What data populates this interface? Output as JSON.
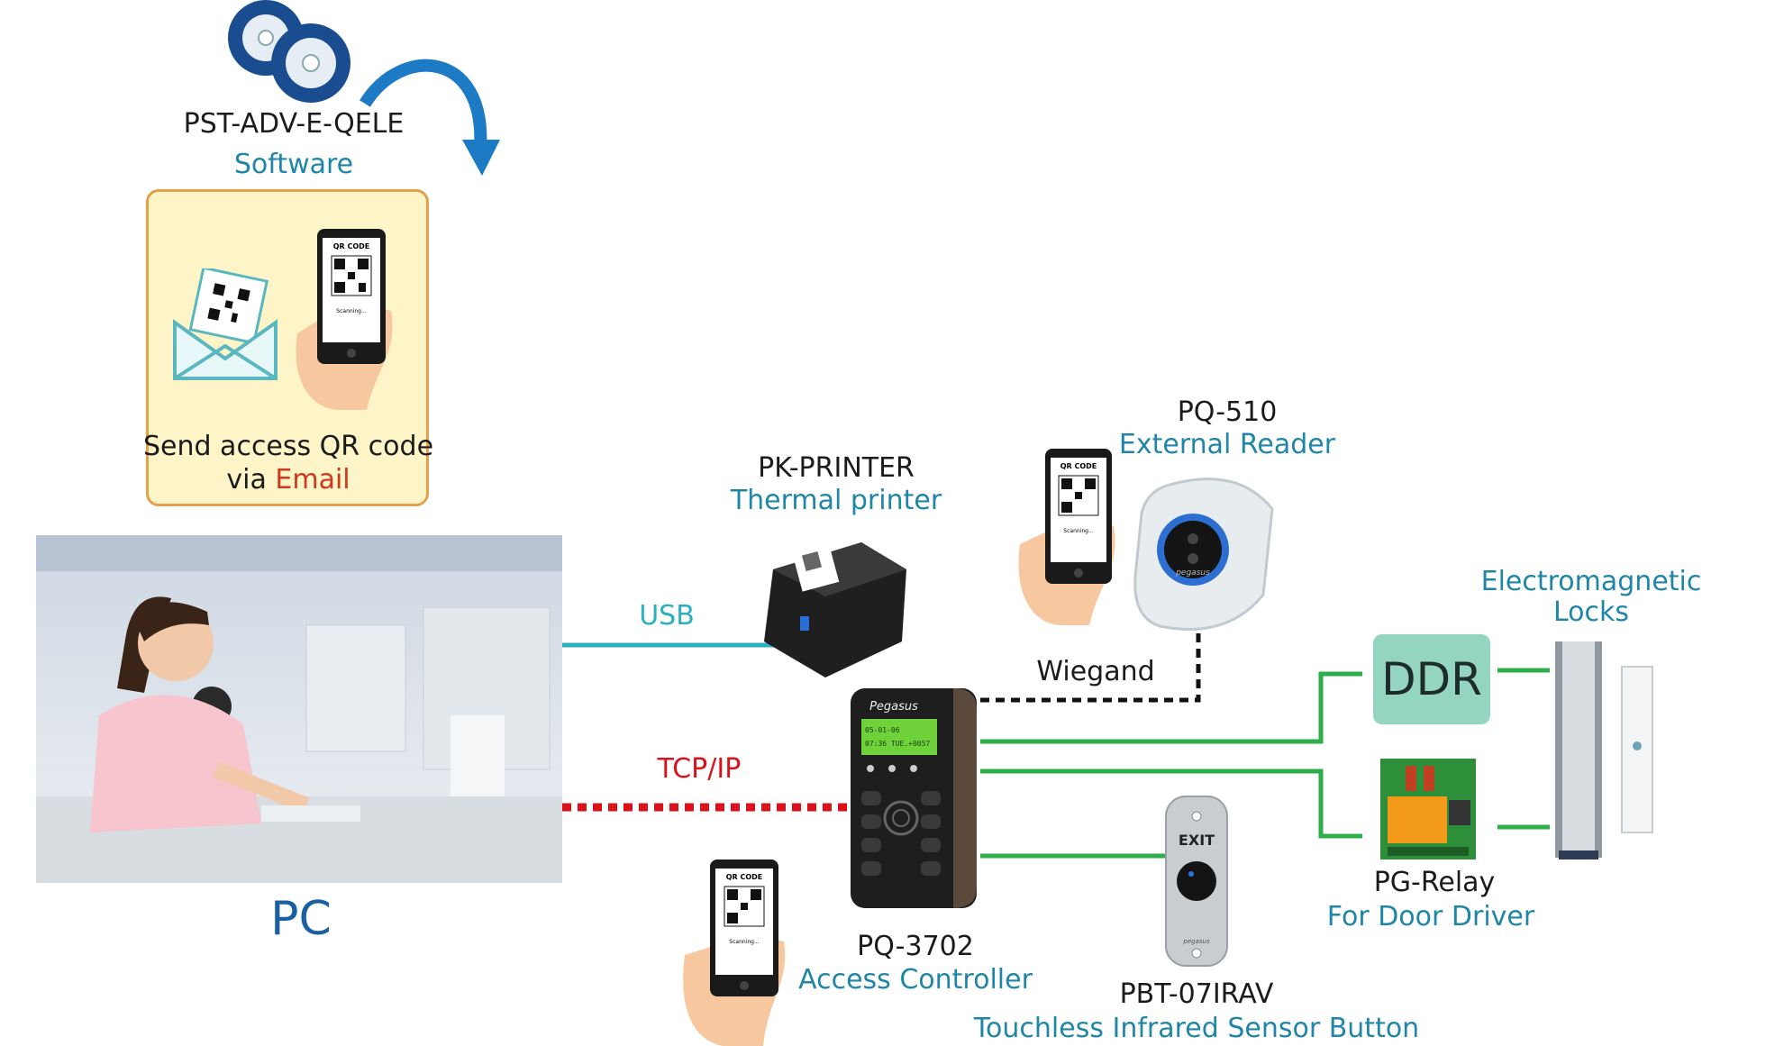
{
  "software": {
    "model": "PST-ADV-E-QELE",
    "caption": "Software"
  },
  "qr_panel": {
    "line1": "Send access QR code",
    "line2_prefix": "via",
    "line2_highlight": "Email"
  },
  "phone_screen": {
    "header": "QR CODE",
    "status": "Scanning..."
  },
  "pc": {
    "label": "PC"
  },
  "links": {
    "usb": "USB",
    "tcpip": "TCP/IP",
    "wiegand": "Wiegand"
  },
  "printer": {
    "model": "PK-PRINTER",
    "caption": "Thermal printer"
  },
  "reader": {
    "model": "PQ-510",
    "caption": "External Reader",
    "brand": "pegasus"
  },
  "controller": {
    "model": "PQ-3702",
    "caption": "Access Controller",
    "brand": "Pegasus",
    "lcd_line1": "05-01-06",
    "lcd_line2": "07:36 TUE.+0057"
  },
  "exit_button": {
    "model": "PBT-07IRAV",
    "caption": "Touchless Infrared Sensor Button",
    "face_text": "EXIT",
    "brand": "pegasus"
  },
  "ddr": {
    "label": "DDR"
  },
  "relay": {
    "model": "PG-Relay",
    "caption": "For Door Driver"
  },
  "locks": {
    "line1": "Electromagnetic",
    "line2": "Locks"
  },
  "colors": {
    "usb_line": "#2ab0bf",
    "tcp_line": "#d9131b",
    "green_line": "#2eae4a",
    "label_blue": "#1f86a8",
    "pc_blue": "#1b5fa3",
    "email_red": "#d0371f",
    "panel_fill": "#fdf5c8",
    "panel_border": "#e6a04a",
    "ddr_fill": "#93d5c0",
    "arrow_blue": "#1c7bc4"
  },
  "icons": [
    "cd-disc-icon",
    "curved-arrow-icon",
    "envelope-icon",
    "qr-code-icon",
    "smartphone-icon",
    "hand-icon",
    "thermal-printer-icon",
    "card-reader-icon",
    "access-controller-icon",
    "exit-button-icon",
    "relay-board-icon",
    "electromagnetic-lock-icon"
  ]
}
